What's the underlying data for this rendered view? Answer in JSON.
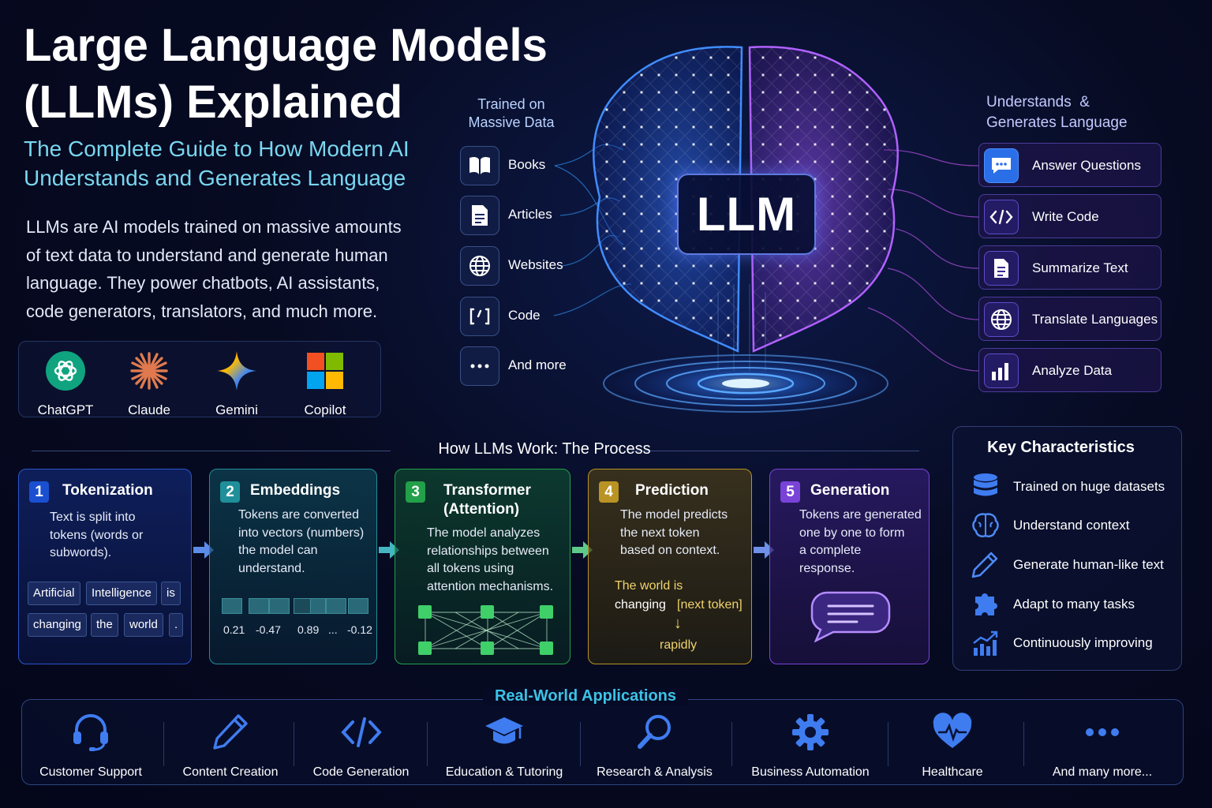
{
  "header": {
    "title_line1": "Large Language Models",
    "title_line2": "(LLMs) Explained",
    "subtitle_line1": "The Complete Guide to How Modern AI",
    "subtitle_line2": "Understands and Generates Language",
    "intro_lines": [
      "LLMs are AI models trained on massive amounts",
      "of text data to understand and generate human",
      "language. They power chatbots, AI assistants,",
      "code generators, translators, and much more."
    ]
  },
  "models": [
    {
      "name": "ChatGPT",
      "icon": "chatgpt-logo-icon"
    },
    {
      "name": "Claude",
      "icon": "claude-logo-icon"
    },
    {
      "name": "Gemini",
      "icon": "gemini-logo-icon"
    },
    {
      "name": "Copilot",
      "icon": "copilot-logo-icon"
    }
  ],
  "sources": {
    "heading_line1": "Trained on",
    "heading_line2": "Massive Data",
    "items": [
      {
        "label": "Books",
        "icon": "book-icon"
      },
      {
        "label": "Articles",
        "icon": "document-icon"
      },
      {
        "label": "Websites",
        "icon": "globe-icon"
      },
      {
        "label": "Code",
        "icon": "code-braces-icon"
      },
      {
        "label": "And more",
        "icon": "more-dots-icon"
      }
    ]
  },
  "center": {
    "label": "LLM"
  },
  "outputs": {
    "heading_line1": "Understands  &",
    "heading_line2": "Generates Language",
    "items": [
      {
        "label": "Answer Questions",
        "icon": "chat-bubble-icon"
      },
      {
        "label": "Write Code",
        "icon": "code-tag-icon"
      },
      {
        "label": "Summarize Text",
        "icon": "document-icon"
      },
      {
        "label": "Translate Languages",
        "icon": "globe-icon"
      },
      {
        "label": "Analyze Data",
        "icon": "bar-chart-icon"
      }
    ]
  },
  "process": {
    "title": "How LLMs Work: The Process",
    "steps": [
      {
        "num": "1",
        "title": "Tokenization",
        "desc": [
          "Text is split into",
          "tokens (words or",
          "subwords)."
        ],
        "tokens": [
          "Artificial",
          "Intelligence",
          "is",
          "changing",
          "the",
          "world",
          "."
        ]
      },
      {
        "num": "2",
        "title": "Embeddings",
        "desc": [
          "Tokens are converted",
          "into vectors (numbers)",
          "the model can",
          "understand."
        ],
        "vector_values": [
          "0.21",
          "-0.47",
          "0.89",
          "...",
          "-0.12"
        ]
      },
      {
        "num": "3",
        "title_line1": "Transformer",
        "title_line2": "(Attention)",
        "desc": [
          "The model analyzes",
          "relationships between",
          "all tokens using",
          "attention mechanisms."
        ]
      },
      {
        "num": "4",
        "title": "Prediction",
        "desc": [
          "The model predicts",
          "the next token",
          "based on context."
        ],
        "example_line1": "The world is",
        "example_line2": "changing",
        "next_token_tag": "[next token]",
        "arrow_glyph": "↓",
        "predicted": "rapidly"
      },
      {
        "num": "5",
        "title": "Generation",
        "desc": [
          "Tokens are generated",
          "one by one to form",
          "a complete",
          "response."
        ]
      }
    ]
  },
  "key_characteristics": {
    "title": "Key Characteristics",
    "items": [
      {
        "label": "Trained on huge datasets",
        "icon": "database-icon"
      },
      {
        "label": "Understand context",
        "icon": "brain-icon"
      },
      {
        "label": "Generate human-like text",
        "icon": "pencil-icon"
      },
      {
        "label": "Adapt to many tasks",
        "icon": "puzzle-icon"
      },
      {
        "label": "Continuously improving",
        "icon": "growth-chart-icon"
      }
    ]
  },
  "applications": {
    "title": "Real-World Applications",
    "items": [
      {
        "label": "Customer Support",
        "icon": "headset-icon"
      },
      {
        "label": "Content Creation",
        "icon": "pencil-icon"
      },
      {
        "label": "Code Generation",
        "icon": "code-tag-icon"
      },
      {
        "label": "Education & Tutoring",
        "icon": "graduation-cap-icon"
      },
      {
        "label": "Research & Analysis",
        "icon": "magnifier-icon"
      },
      {
        "label": "Business Automation",
        "icon": "gear-icon"
      },
      {
        "label": "Healthcare",
        "icon": "heart-pulse-icon"
      },
      {
        "label": "And many more...",
        "icon": "more-dots-icon"
      }
    ]
  },
  "colors": {
    "background": "#060a24",
    "subtitle": "#79d7ef",
    "brain_left": "#2f6dff",
    "brain_right": "#9b4dff",
    "step1": "#1a4fd0",
    "step2": "#1f8f9a",
    "step3": "#22a04a",
    "step4": "#b99323",
    "step5": "#7a43d8",
    "apps_title": "#3cc2e6"
  }
}
